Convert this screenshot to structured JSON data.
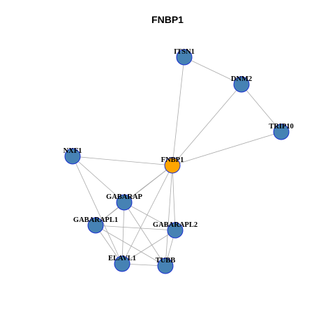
{
  "title": "FNBP1",
  "colors": {
    "node": "#4682B4",
    "center": "#FFA500",
    "border": "#1A2FD0",
    "edge": "#AAAAAA"
  },
  "nodes": [
    {
      "id": "ITSN1",
      "label": "ITSN1",
      "center": false
    },
    {
      "id": "DNM2",
      "label": "DNM2",
      "center": false
    },
    {
      "id": "TRIP10",
      "label": "TRIP10",
      "center": false
    },
    {
      "id": "NXF1",
      "label": "NXF1",
      "center": false
    },
    {
      "id": "FNBP1",
      "label": "FNBP1",
      "center": true
    },
    {
      "id": "GABARAP",
      "label": "GABARAP",
      "center": false
    },
    {
      "id": "GABARAPL1",
      "label": "GABARAPL1",
      "center": false
    },
    {
      "id": "GABARAPL2",
      "label": "GABARAPL2",
      "center": false
    },
    {
      "id": "ELAVL1",
      "label": "ELAVL1",
      "center": false
    },
    {
      "id": "TUBB",
      "label": "TUBB",
      "center": false
    }
  ],
  "edges": [
    [
      "ITSN1",
      "DNM2"
    ],
    [
      "ITSN1",
      "FNBP1"
    ],
    [
      "DNM2",
      "TRIP10"
    ],
    [
      "DNM2",
      "FNBP1"
    ],
    [
      "TRIP10",
      "FNBP1"
    ],
    [
      "NXF1",
      "FNBP1"
    ],
    [
      "NXF1",
      "GABARAP"
    ],
    [
      "NXF1",
      "ELAVL1"
    ],
    [
      "FNBP1",
      "GABARAP"
    ],
    [
      "FNBP1",
      "GABARAPL1"
    ],
    [
      "FNBP1",
      "GABARAPL2"
    ],
    [
      "FNBP1",
      "ELAVL1"
    ],
    [
      "FNBP1",
      "TUBB"
    ],
    [
      "GABARAP",
      "GABARAPL1"
    ],
    [
      "GABARAP",
      "GABARAPL2"
    ],
    [
      "GABARAP",
      "ELAVL1"
    ],
    [
      "GABARAP",
      "TUBB"
    ],
    [
      "GABARAPL1",
      "GABARAPL2"
    ],
    [
      "GABARAPL1",
      "ELAVL1"
    ],
    [
      "GABARAPL1",
      "TUBB"
    ],
    [
      "GABARAPL2",
      "ELAVL1"
    ],
    [
      "GABARAPL2",
      "TUBB"
    ],
    [
      "ELAVL1",
      "TUBB"
    ]
  ]
}
